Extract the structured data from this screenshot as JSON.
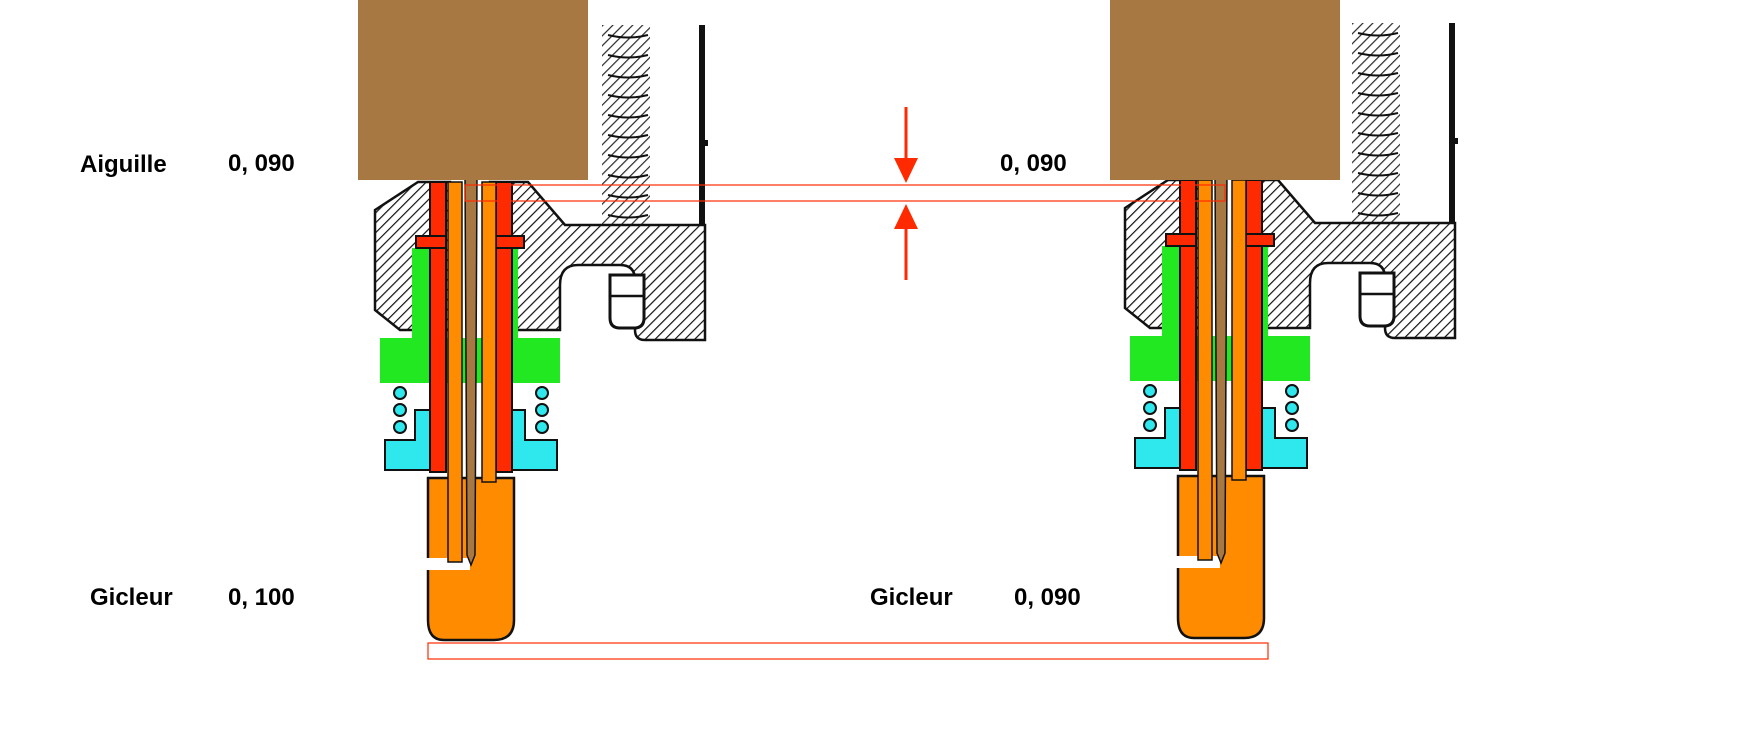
{
  "labels": {
    "left_needle_label": "Aiguille",
    "left_needle_value": "0, 090",
    "right_needle_value": "0, 090",
    "left_jet_label": "Gicleur",
    "left_jet_value": "0, 100",
    "right_jet_label": "Gicleur",
    "right_jet_value": "0, 090"
  },
  "colors": {
    "needle_holder": "#a87843",
    "tube": "#ff2a00",
    "seal": "#22e822",
    "spring": "#2ee8ee",
    "jet": "#ff8c00",
    "outline": "#111111",
    "guide_line": "#ff2a00",
    "arrow": "#ff2a00"
  },
  "icons": {
    "gap_arrow_down": "arrow-down-icon",
    "gap_arrow_up": "arrow-up-icon",
    "piston_spring": "coil-spring-icon"
  }
}
